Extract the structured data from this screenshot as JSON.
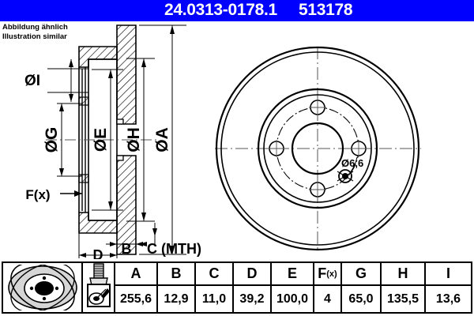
{
  "header": {
    "part_number": "24.0313-0178.1",
    "reference_number": "513178",
    "banner_color": "#0000ff",
    "text_color": "#ffffff"
  },
  "disclaimer": {
    "line_de": "Abbildung ähnlich",
    "line_en": "Illustration similar"
  },
  "drawing": {
    "section_view": {
      "labels": {
        "dia_i": "ØI",
        "dia_g": "ØG",
        "dia_e": "ØE",
        "dia_h": "ØH",
        "dia_a": "ØA",
        "f_x": "F(x)",
        "dim_b": "B",
        "dim_c": "C (MTH)",
        "dim_d": "D"
      }
    },
    "face_view": {
      "hole_note": "Ø6,6",
      "bolt_hole_count": 4
    }
  },
  "spec_table": {
    "icons": {
      "disc": "brake-disc-icon",
      "bolt": "bolt-icon",
      "tool": "disc-tool-icon"
    },
    "columns": [
      {
        "header": "A",
        "value": "255,6"
      },
      {
        "header": "B",
        "value": "12,9"
      },
      {
        "header": "C",
        "value": "11,0"
      },
      {
        "header": "D",
        "value": "39,2"
      },
      {
        "header": "E",
        "value": "100,0"
      },
      {
        "header": "F",
        "header_sub": "(x)",
        "value": "4"
      },
      {
        "header": "G",
        "value": "65,0"
      },
      {
        "header": "H",
        "value": "135,5"
      },
      {
        "header": "I",
        "value": "13,6"
      }
    ]
  }
}
